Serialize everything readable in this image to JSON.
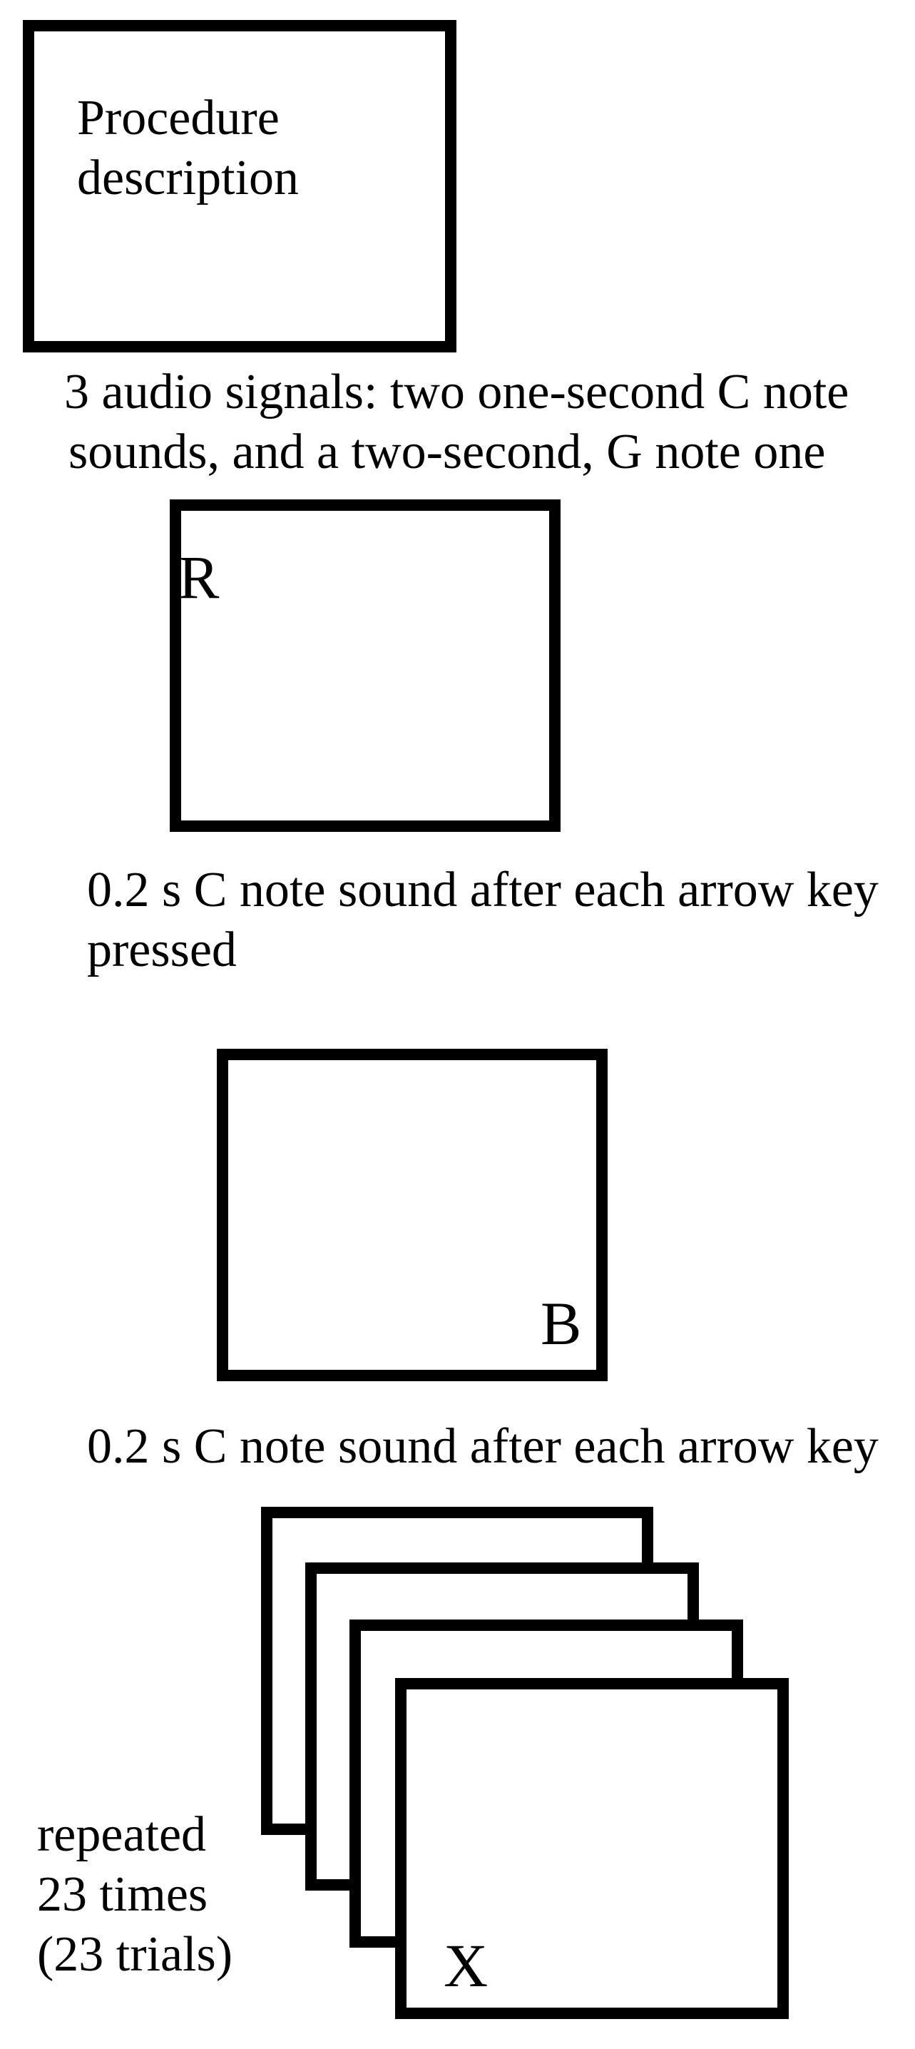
{
  "screens": {
    "procedure": {
      "line1": "Procedure",
      "line2": "description"
    },
    "audio_signals": {
      "line1": "3 audio signals: two one-second C note",
      "line2": "sounds, and a two-second, G note one"
    },
    "start_screen": {
      "letter": "R"
    },
    "note_after_start": {
      "line1": "0.2 s C note sound after each arrow key",
      "line2": "pressed"
    },
    "goal_screen": {
      "letter": "B"
    },
    "note_after_goal": {
      "line1": "0.2 s C note sound after each arrow key"
    },
    "trials": {
      "letter": "X",
      "line1": "repeated",
      "line2": "23 times",
      "line3": "(23 trials)"
    }
  },
  "colors": {
    "stroke": "#000000",
    "background": "#ffffff"
  }
}
